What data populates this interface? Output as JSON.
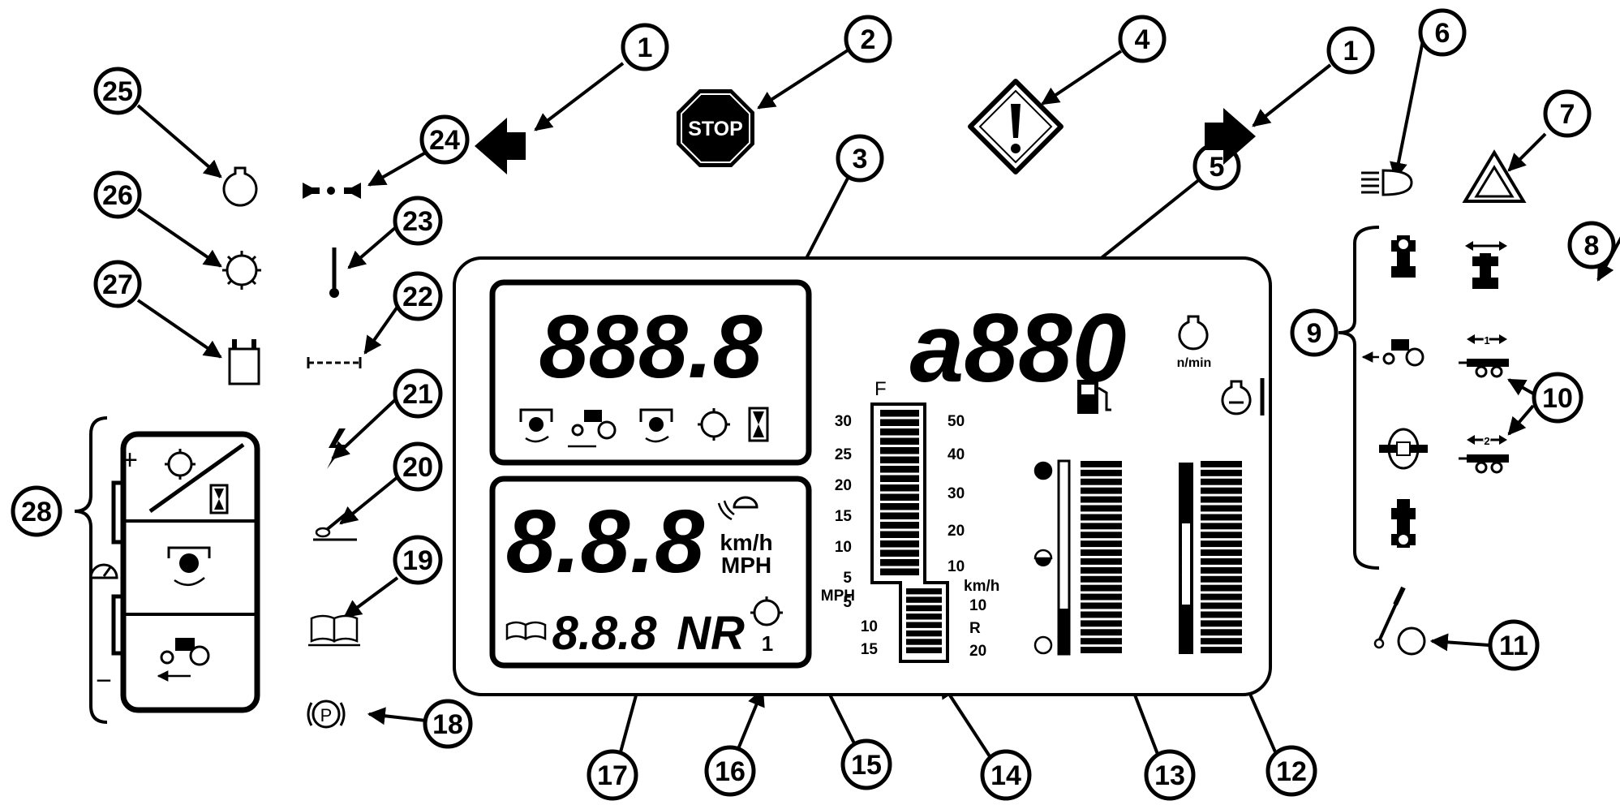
{
  "callouts": {
    "c1a": "1",
    "c1b": "1",
    "c2": "2",
    "c3": "3",
    "c4": "4",
    "c5": "5",
    "c6": "6",
    "c7": "7",
    "c8": "8",
    "c9": "9",
    "c10": "10",
    "c11": "11",
    "c12": "12",
    "c13": "13",
    "c14": "14",
    "c15": "15",
    "c16": "16",
    "c17": "17",
    "c18": "18",
    "c19": "19",
    "c20": "20",
    "c21": "21",
    "c22": "22",
    "c23": "23",
    "c24": "24",
    "c25": "25",
    "c26": "26",
    "c27": "27",
    "c28": "28"
  },
  "display": {
    "top_digits": "888.8",
    "rpm_digits": "a880",
    "rpm_unit": "n/min",
    "speed_digits": "8.8.8",
    "speed_unit_kmh": "km/h",
    "speed_unit_mph": "MPH",
    "gear_digits": "8.8.8",
    "gear_letters": "NR",
    "gear_number": "1",
    "stop_label": "STOP",
    "parking_label": "P",
    "f_label": "F",
    "scale_mph_label": "MPH",
    "scale_kmh_label": "km/h",
    "scale_r_label": "R",
    "scale_left": [
      "30",
      "25",
      "20",
      "15",
      "10",
      "5",
      "5",
      "10",
      "15"
    ],
    "scale_right": [
      "50",
      "40",
      "30",
      "20",
      "10",
      "10",
      "20"
    ],
    "gear_panel_plus": "+",
    "gear_panel_minus": "−",
    "trailer_1": "1",
    "trailer_2": "2"
  },
  "icons": {
    "turn_left": "arrow-left-icon",
    "turn_right": "arrow-right-icon",
    "stop": "stop-sign-icon",
    "warning": "warning-icon",
    "high_beam": "high-beam-icon",
    "hazard": "hazard-triangle-icon",
    "fuel": "fuel-pump-icon",
    "engine_temp": "thermometer-icon",
    "parking_brake": "parking-brake-icon",
    "manual": "book-icon"
  },
  "colors": {
    "ink": "#000000",
    "paper": "#ffffff"
  }
}
